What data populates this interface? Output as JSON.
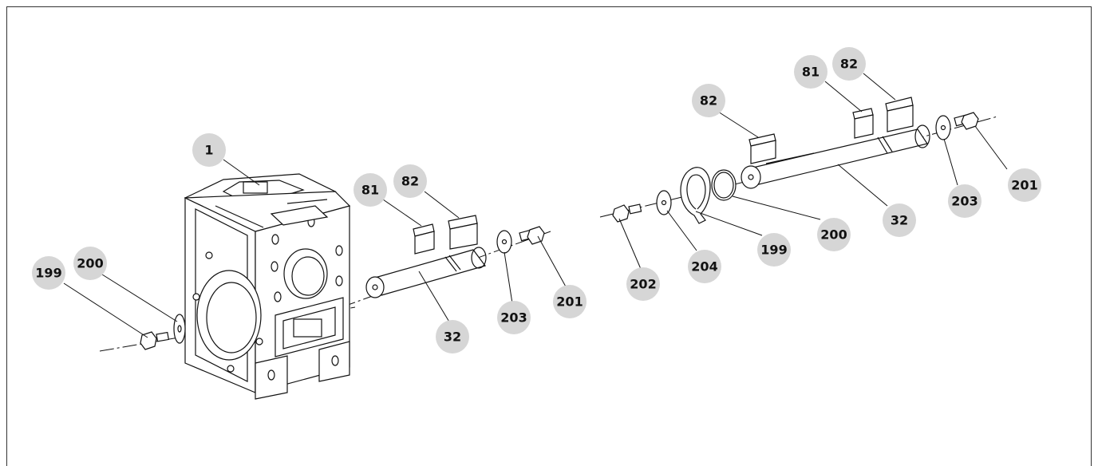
{
  "callouts": [
    {
      "id": "c1",
      "text": "1"
    },
    {
      "id": "c199a",
      "text": "199"
    },
    {
      "id": "c200a",
      "text": "200"
    },
    {
      "id": "c81a",
      "text": "81"
    },
    {
      "id": "c82a",
      "text": "82"
    },
    {
      "id": "c32a",
      "text": "32"
    },
    {
      "id": "c203a",
      "text": "203"
    },
    {
      "id": "c201a",
      "text": "201"
    },
    {
      "id": "c202",
      "text": "202"
    },
    {
      "id": "c204",
      "text": "204"
    },
    {
      "id": "c199b",
      "text": "199"
    },
    {
      "id": "c200b",
      "text": "200"
    },
    {
      "id": "c82b",
      "text": "82"
    },
    {
      "id": "c81b",
      "text": "81"
    },
    {
      "id": "c82c",
      "text": "82"
    },
    {
      "id": "c32b",
      "text": "32"
    },
    {
      "id": "c203b",
      "text": "203"
    },
    {
      "id": "c201b",
      "text": "201"
    }
  ]
}
